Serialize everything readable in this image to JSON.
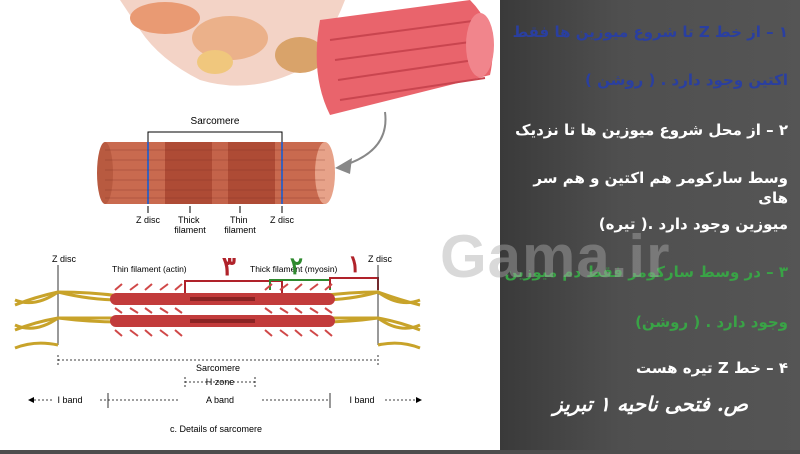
{
  "figure": {
    "sarcomere_top_label": "Sarcomere",
    "zdisc_left": "Z disc",
    "thick_filament": "Thick\nfilament",
    "thin_filament": "Thin\nfilament",
    "zdisc_right": "Z disc",
    "detail": {
      "zdisc_left": "Z disc",
      "thin_label": "Thin filament (actin)",
      "thick_label": "Thick filament (myosin)",
      "zdisc_right": "Z disc",
      "hand_3": "۳",
      "hand_2": "۲",
      "hand_1": "۱",
      "sarcomere_label": "Sarcomere",
      "h_zone": "H zone",
      "i_band_left": "I band",
      "a_band": "A band",
      "i_band_right": "I band",
      "caption": "c. Details of sarcomere"
    }
  },
  "watermark": "Gama.ir",
  "text": {
    "p1_line1": "۱ – از خط Z  تا شروع میوزین ها فقط",
    "p1_line2": "اکتین وجود دارد . ( روشن )",
    "p2_line1": "۲ – از محل شروع میوزین ها تا نزدیک",
    "p2_line2": "وسط سارکومر هم اکتین و هم سر های",
    "p2_line3": "میوزین وجود دارد .( تیره)",
    "p3_line1": "۳ – در وسط سارکومر فقط دم میوزین",
    "p3_line2": "وجود دارد . ( روشن)",
    "p4_line1": "۴ – خط Z تیره هست",
    "signature": "ص. فتحی ناحیه ۱ تبریز"
  },
  "colors": {
    "blue_text": "#2a3fa0",
    "green_text": "#39a346",
    "annotation_red": "#b0222a",
    "annotation_green": "#2f8a2f",
    "background": "#4d4d4d"
  }
}
